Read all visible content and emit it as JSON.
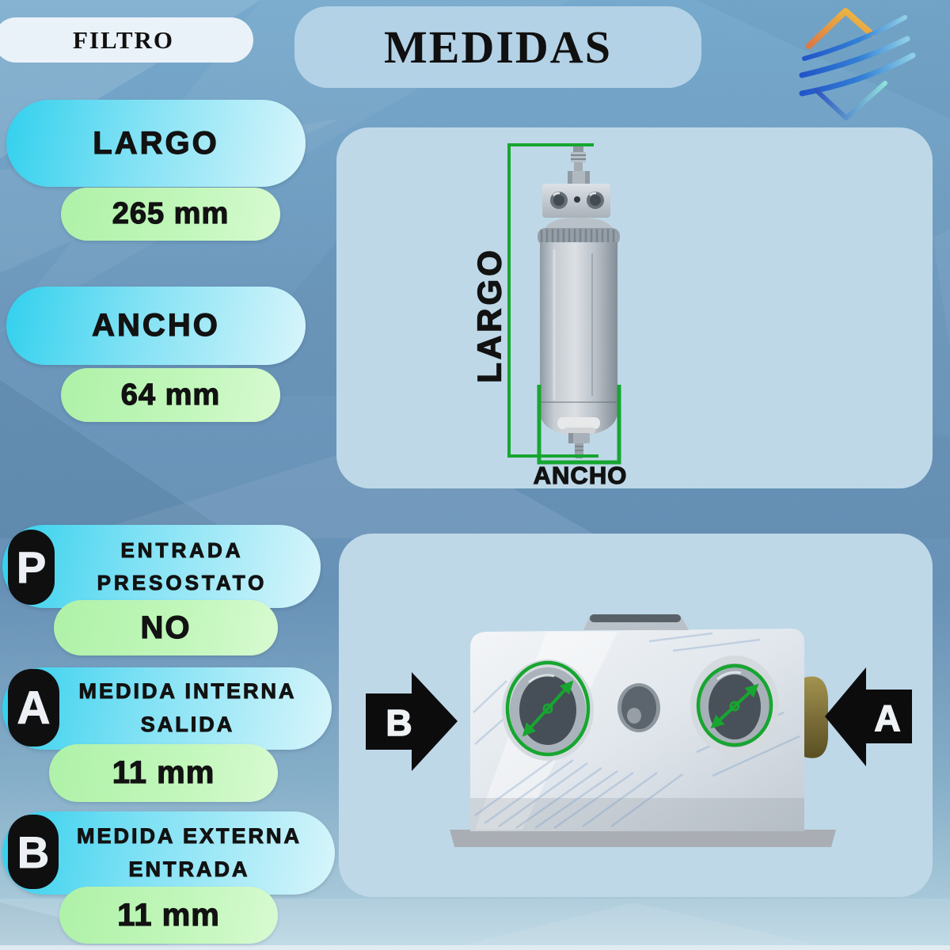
{
  "header": {
    "category_label": "FILTRO",
    "title": "MEDIDAS"
  },
  "specs": [
    {
      "label": "LARGO",
      "value": "265 mm"
    },
    {
      "label": "ANCHO",
      "value": "64 mm"
    }
  ],
  "connections": [
    {
      "badge": "P",
      "line1": "ENTRADA",
      "line2": "PRESOSTATO",
      "value": "NO"
    },
    {
      "badge": "A",
      "line1": "MEDIDA INTERNA",
      "line2": "SALIDA",
      "value": "11 mm"
    },
    {
      "badge": "B",
      "line1": "MEDIDA EXTERNA",
      "line2": "ENTRADA",
      "value": "11 mm"
    }
  ],
  "length_photo": {
    "vertical_label": "LARGO",
    "horizontal_label": "ANCHO"
  },
  "ports_photo": {
    "left_arrow_label": "B",
    "right_arrow_label": "A"
  },
  "colors": {
    "background": "#6a96bc",
    "panel": "#bed9e9",
    "pill_cyan_start": "#2ed1ef",
    "pill_cyan_end": "#d9f7fd",
    "pill_green": "#b7f6b0",
    "header_pill": "#b4d3e8",
    "filtro_pill": "#ecf4fb",
    "badge_black": "#0a0a0b",
    "annotation_green": "#12a52c"
  }
}
